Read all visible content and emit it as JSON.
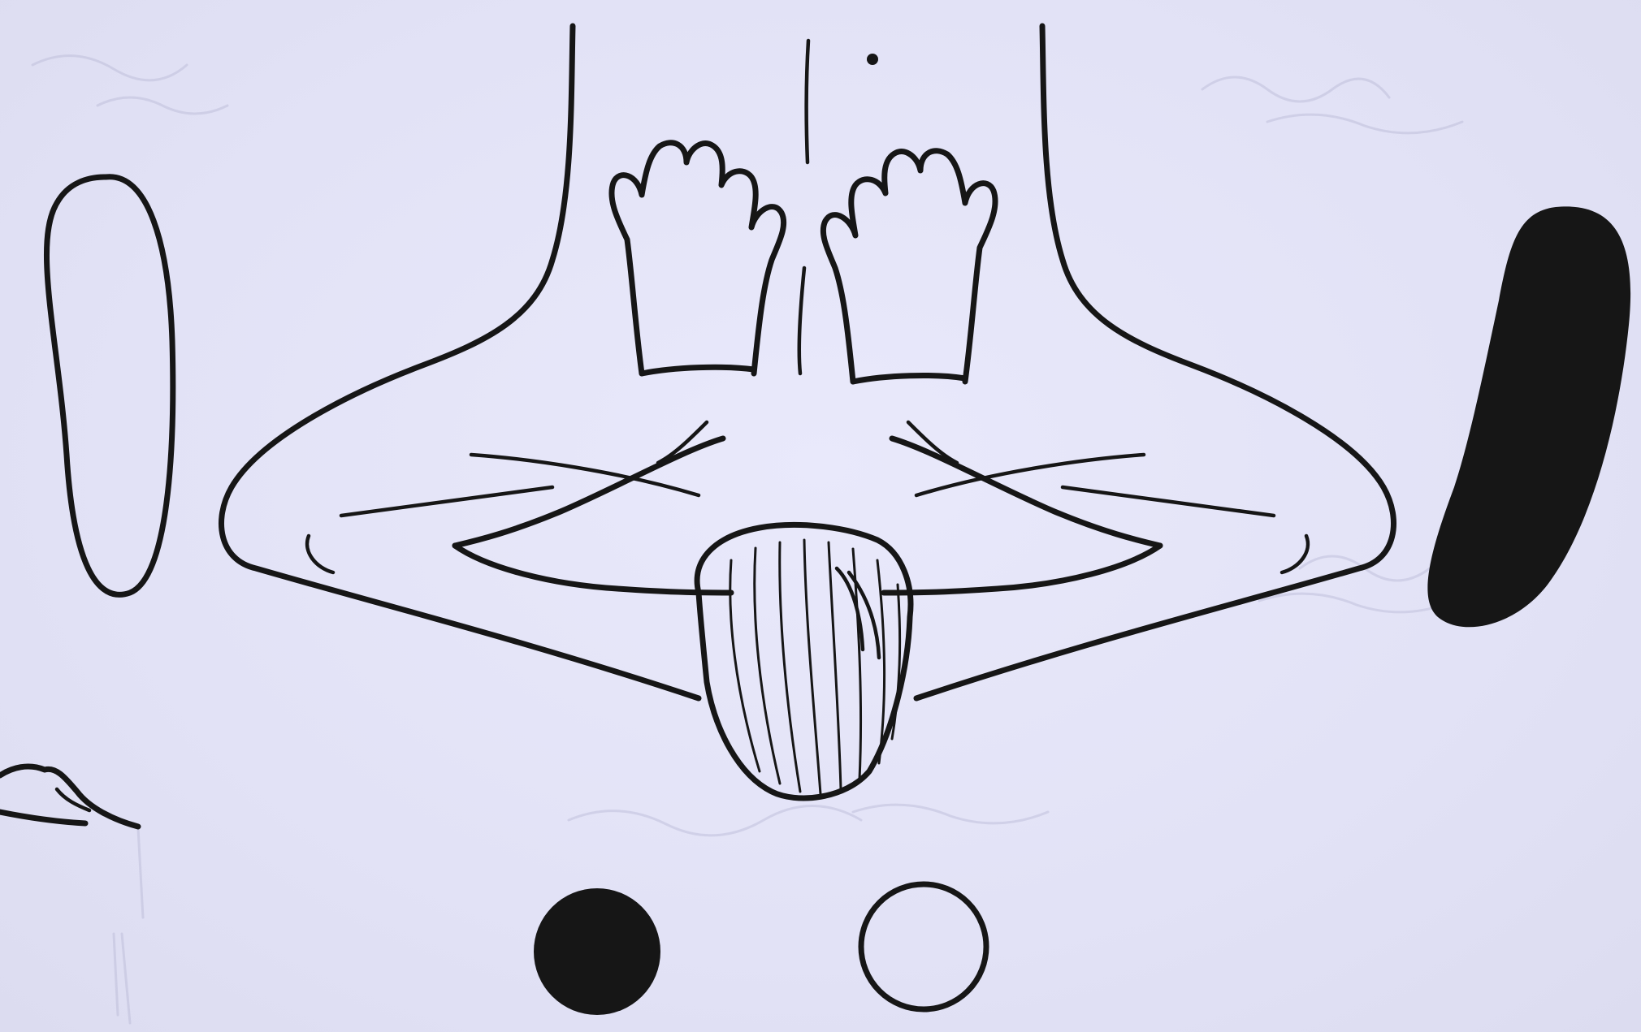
{
  "figure": {
    "elements": [
      {
        "name": "outline-footprint",
        "fill": "open"
      },
      {
        "name": "praying-figure",
        "fill": "line-drawing"
      },
      {
        "name": "solid-footprint",
        "fill": "filled"
      },
      {
        "name": "filled-circle",
        "fill": "filled"
      },
      {
        "name": "open-circle",
        "fill": "open"
      }
    ]
  },
  "colors": {
    "background": "#e4e4f8",
    "ink": "#161616",
    "bleed_through": "#b9b9d4"
  }
}
